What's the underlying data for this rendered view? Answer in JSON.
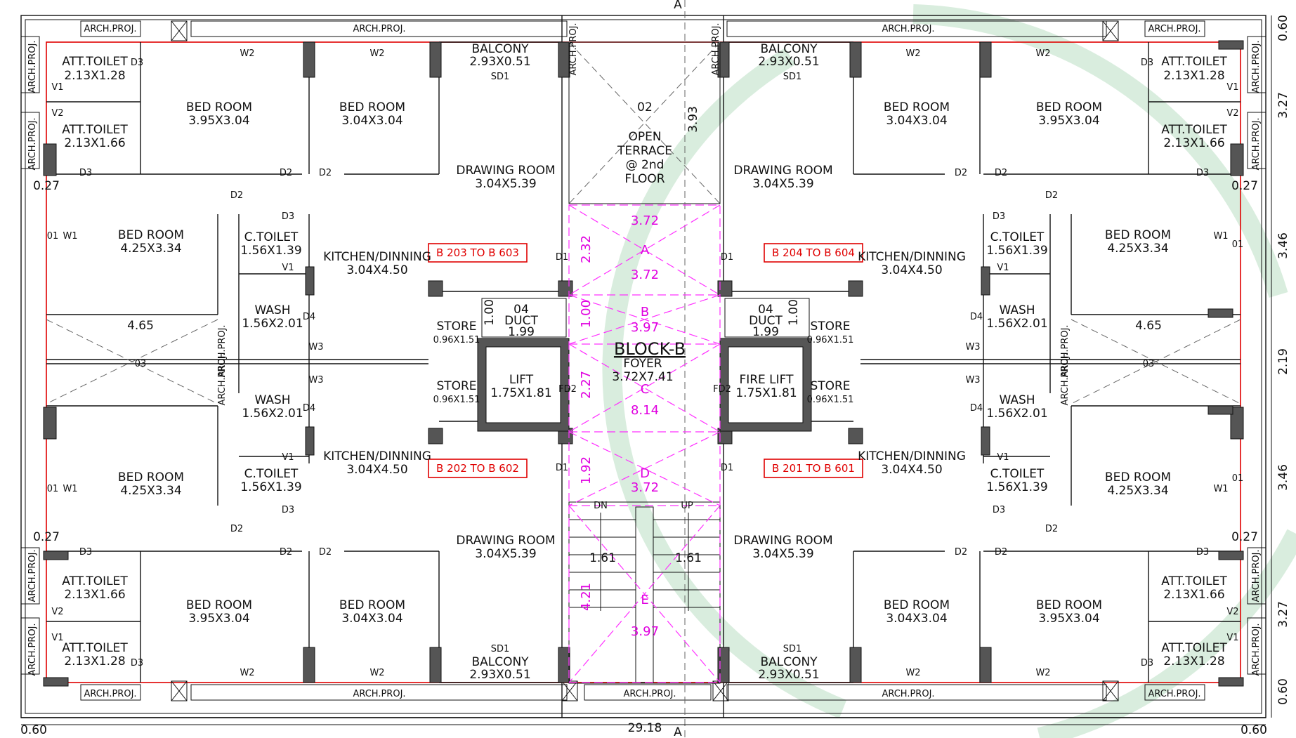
{
  "block_title": "BLOCK-B",
  "foyer": {
    "name": "FOYER",
    "dim": "3.72X7.41"
  },
  "center": {
    "open_terrace": [
      "02",
      "OPEN",
      "TERRACE",
      "@ 2nd",
      "FLOOR"
    ],
    "terrace_dim": "3.93",
    "lift": {
      "name": "LIFT",
      "dim": "1.75X1.81"
    },
    "fire_lift": {
      "name": "FIRE LIFT",
      "dim": "1.75X1.81"
    },
    "arch_bottom": "ARCH.PROJ.",
    "stair": {
      "dn": "DN",
      "up": "UP",
      "w1": "1.61",
      "w2": "1.61"
    },
    "section_top": "A",
    "section_bottom": "A"
  },
  "grid_dims": {
    "a1": "3.72",
    "a2": "3.72",
    "b1": "3.97",
    "c1": "8.14",
    "d1": "3.72",
    "e1": "3.97",
    "v1": "2.32",
    "v2": "1.00",
    "v3": "2.27",
    "v4": "1.92",
    "v5": "4.21",
    "labels": [
      "A",
      "B",
      "C",
      "D",
      "E"
    ]
  },
  "unit_tags": [
    "B 203 TO B 603",
    "B 204 TO B 604",
    "B 202 TO B 602",
    "B 201 TO B 601"
  ],
  "rooms": {
    "att_toilet_a": {
      "name": "ATT.TOILET",
      "dim": "2.13X1.28"
    },
    "att_toilet_b": {
      "name": "ATT.TOILET",
      "dim": "2.13X1.66"
    },
    "bed_outer": {
      "name": "BED ROOM",
      "dim": "3.95X3.04"
    },
    "bed_inner": {
      "name": "BED ROOM",
      "dim": "3.04X3.04"
    },
    "bed_side": {
      "name": "BED ROOM",
      "dim": "4.25X3.34"
    },
    "balcony": {
      "name": "BALCONY",
      "dim": "2.93X0.51"
    },
    "drawing": {
      "name": "DRAWING ROOM",
      "dim": "3.04X5.39"
    },
    "kitchen": {
      "name": "KITCHEN/DINNING",
      "dim": "3.04X4.50"
    },
    "c_toilet": {
      "name": "C.TOILET",
      "dim": "1.56X1.39"
    },
    "wash": {
      "name": "WASH",
      "dim": "1.56X2.01"
    },
    "store": {
      "name": "STORE",
      "dim": "0.96X1.51"
    },
    "duct": {
      "name": "DUCT",
      "num": "04",
      "dim": "1.99",
      "h": "1.00"
    }
  },
  "labels": {
    "arch_proj": "ARCH.PROJ.",
    "arch_proj_v": "ARCH.PROJ.",
    "d1": "D1",
    "d2": "D2",
    "d3": "D3",
    "d4": "D4",
    "w1": "W1",
    "w2": "W2",
    "w3": "W3",
    "v1": "V1",
    "v2": "V2",
    "sd1": "SD1",
    "fd2": "FD2",
    "o3": "03",
    "o1": "01",
    "gap": "0.27",
    "span": "4.65"
  },
  "dims": {
    "bottom_total": "29.18",
    "bottom_left": "0.60",
    "bottom_right": "0.60",
    "right": [
      "0.60",
      "3.27",
      "3.46",
      "2.19",
      "3.46",
      "3.27",
      "0.60"
    ]
  },
  "colors": {
    "wall": "#111111",
    "red": "#e00000",
    "pink": "#ff30ff",
    "watermark": "#cfe9d6"
  }
}
